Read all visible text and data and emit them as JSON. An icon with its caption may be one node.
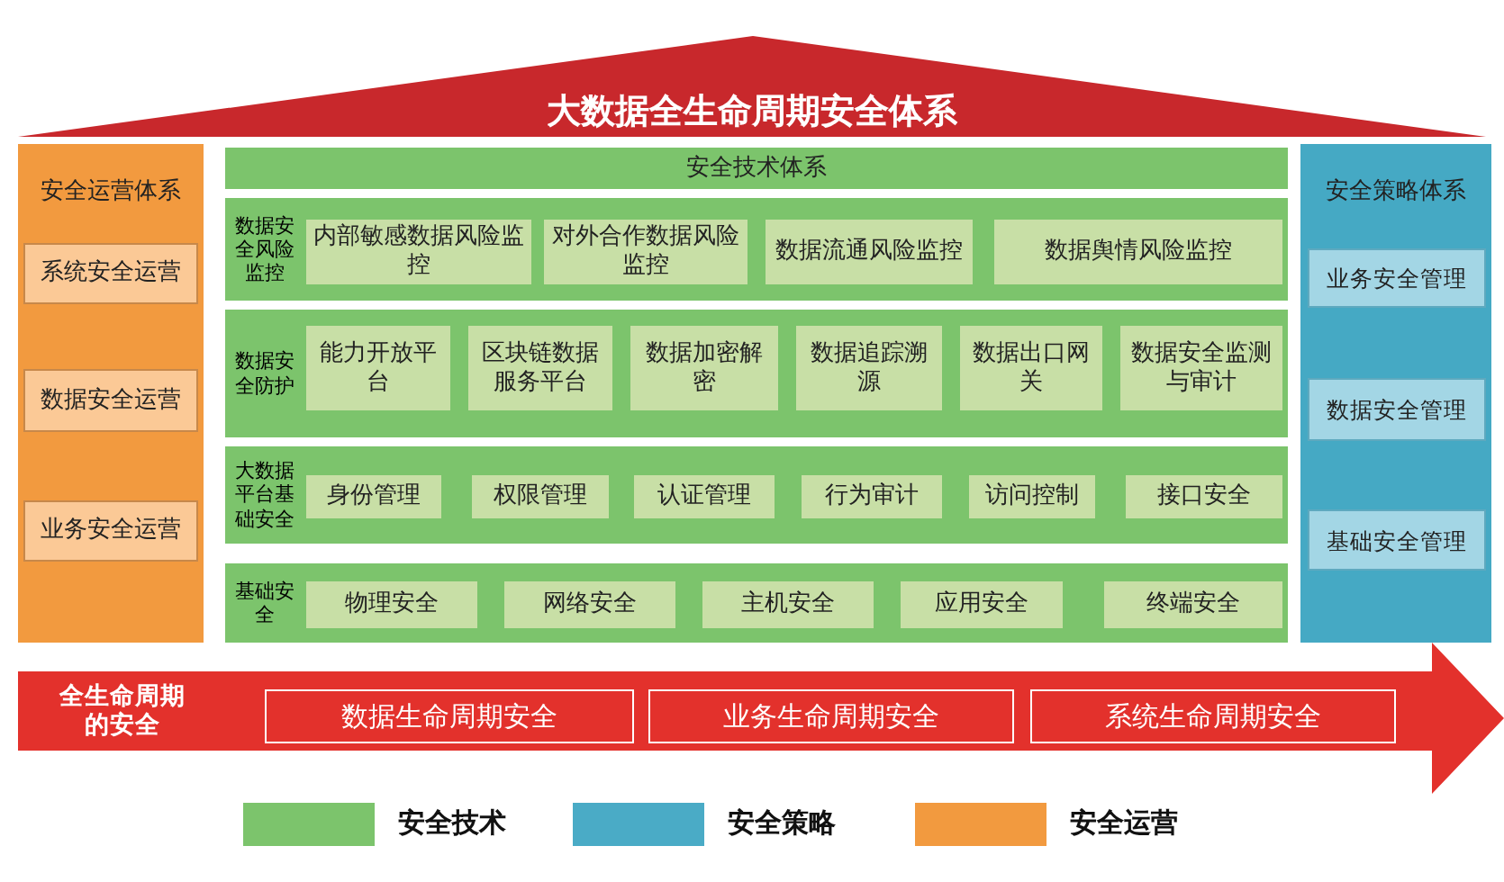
{
  "diagram": {
    "title": "大数据全生命周期安全体系",
    "nodes": [
      {
        "text": [
          "安全运营体系"
        ]
      },
      {
        "text": [
          "系统安全运营"
        ],
        "in": 0
      },
      {
        "text": [
          "数据安全运营"
        ],
        "in": 0
      },
      {
        "text": [
          "业务安全运营"
        ],
        "in": 0
      },
      {
        "text": [
          "安全技术体系"
        ]
      },
      {
        "text": [
          "数据安全风险监控"
        ]
      },
      {
        "text": [
          "内部敏感数据风险监控"
        ],
        "in": 5
      },
      {
        "text": [
          "对外合作数据风险监控"
        ],
        "in": 5
      },
      {
        "text": [
          "数据流通风险监控"
        ],
        "in": 5
      },
      {
        "text": [
          "数据舆情风险监控"
        ],
        "in": 5
      },
      {
        "text": [
          "数据安全防护"
        ]
      },
      {
        "text": [
          "能力开放平台"
        ],
        "in": 10
      },
      {
        "text": [
          "区块链数据服务平台"
        ],
        "in": 10
      },
      {
        "text": [
          "数据加密解密"
        ],
        "in": 10
      },
      {
        "text": [
          "数据追踪溯源"
        ],
        "in": 10
      },
      {
        "text": [
          "数据出口网关"
        ],
        "in": 10
      },
      {
        "text": [
          "数据安全监测与审计"
        ],
        "in": 10
      },
      {
        "text": [
          "大数据平台基础安全"
        ]
      },
      {
        "text": [
          "身份管理"
        ],
        "in": 17
      },
      {
        "text": [
          "权限管理"
        ],
        "in": 17
      },
      {
        "text": [
          "认证管理"
        ],
        "in": 17
      },
      {
        "text": [
          "行为审计"
        ],
        "in": 17
      },
      {
        "text": [
          "访问控制"
        ],
        "in": 17
      },
      {
        "text": [
          "接口安全"
        ],
        "in": 17
      },
      {
        "text": [
          "基础安全"
        ]
      },
      {
        "text": [
          "物理安全"
        ],
        "in": 24
      },
      {
        "text": [
          "网络安全"
        ],
        "in": 24
      },
      {
        "text": [
          "主机安全"
        ],
        "in": 24
      },
      {
        "text": [
          "应用安全"
        ],
        "in": 24
      },
      {
        "text": [
          "终端安全"
        ],
        "in": 24
      },
      {
        "text": [
          "安全策略体系"
        ]
      },
      {
        "text": [
          "业务安全管理"
        ],
        "in": 30
      },
      {
        "text": [
          "数据安全管理"
        ],
        "in": 30
      },
      {
        "text": [
          "基础安全管理"
        ],
        "in": 30
      },
      {
        "text": [
          "全生命周期的安全"
        ]
      },
      {
        "text": [
          "数据生命周期安全"
        ],
        "in": 34
      },
      {
        "text": [
          "业务生命周期安全"
        ],
        "in": 34
      },
      {
        "text": [
          "系统生命周期安全"
        ],
        "in": 34
      }
    ],
    "legend": [
      {
        "text": "安全技术",
        "color": "#7cc46c"
      },
      {
        "text": "安全策略",
        "color": "#4aabc6"
      },
      {
        "text": "安全运营",
        "color": "#f29a3f"
      }
    ]
  }
}
